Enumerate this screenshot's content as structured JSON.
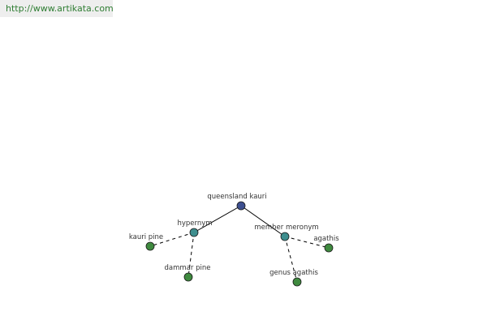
{
  "site": {
    "url": "http://www.artikata.com"
  },
  "colors": {
    "root": "#3d4f8f",
    "relation": "#3e8e8e",
    "leaf": "#3f8a3f",
    "node_stroke": "#1a1a1a",
    "edge": "#000000",
    "url_text": "#2e7d32"
  },
  "graph": {
    "nodes": [
      {
        "id": "root",
        "label": "queensland kauri",
        "kind": "root"
      },
      {
        "id": "hypernym",
        "label": "hypernym",
        "kind": "relation"
      },
      {
        "id": "member_meronym",
        "label": "member meronym",
        "kind": "relation"
      },
      {
        "id": "kauri_pine",
        "label": "kauri pine",
        "kind": "leaf"
      },
      {
        "id": "dammar_pine",
        "label": "dammar pine",
        "kind": "leaf"
      },
      {
        "id": "genus_agathis",
        "label": "genus agathis",
        "kind": "leaf"
      },
      {
        "id": "agathis",
        "label": "agathis",
        "kind": "leaf"
      }
    ],
    "edges": [
      {
        "from": "root",
        "to": "hypernym",
        "style": "solid"
      },
      {
        "from": "root",
        "to": "member_meronym",
        "style": "solid"
      },
      {
        "from": "hypernym",
        "to": "kauri_pine",
        "style": "dashed"
      },
      {
        "from": "hypernym",
        "to": "dammar_pine",
        "style": "dashed"
      },
      {
        "from": "member_meronym",
        "to": "genus_agathis",
        "style": "dashed"
      },
      {
        "from": "member_meronym",
        "to": "agathis",
        "style": "dashed"
      }
    ]
  }
}
